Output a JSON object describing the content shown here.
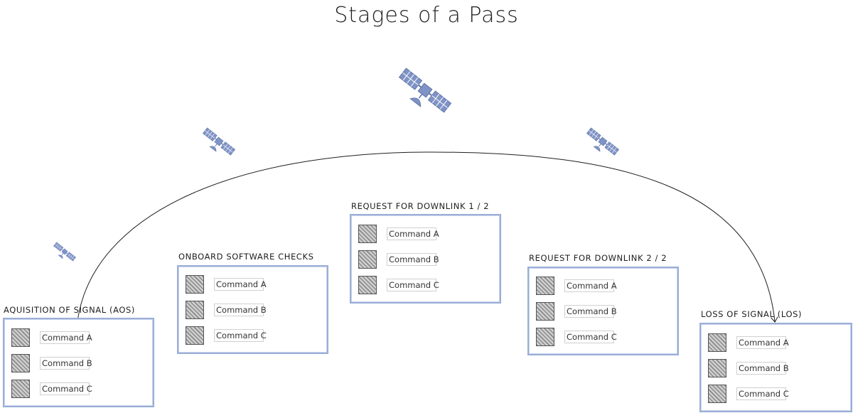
{
  "title": "Stages of a Pass",
  "accent_color": "#9aaed6",
  "satellite_color": "#7f93c6",
  "stages": [
    {
      "label": "AQUISITION OF SIGNAL (AOS)",
      "commands": [
        "Command A",
        "Command B",
        "Command C"
      ]
    },
    {
      "label": "ONBOARD SOFTWARE CHECKS",
      "commands": [
        "Command A",
        "Command B",
        "Command C"
      ]
    },
    {
      "label": "REQUEST FOR DOWNLINK 1 / 2",
      "commands": [
        "Command A",
        "Command B",
        "Command C"
      ]
    },
    {
      "label": "REQUEST FOR DOWNLINK 2 / 2",
      "commands": [
        "Command A",
        "Command B",
        "Command C"
      ]
    },
    {
      "label": "LOSS OF SIGNAL (LOS)",
      "commands": [
        "Command A",
        "Command B",
        "Command C"
      ]
    }
  ],
  "icons": [
    "satellite-icon",
    "satellite-icon",
    "satellite-icon",
    "satellite-icon"
  ]
}
